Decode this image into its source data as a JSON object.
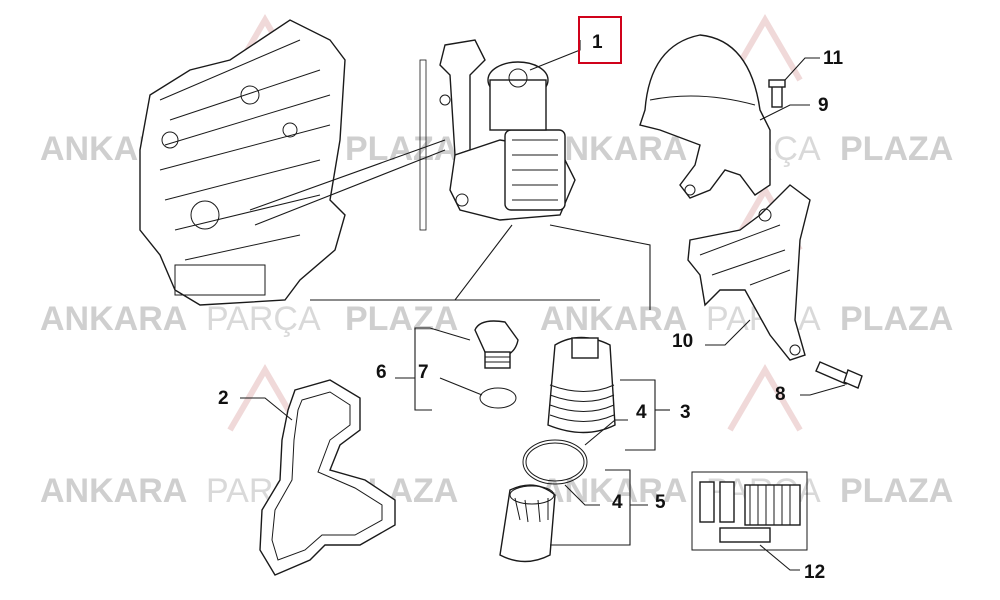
{
  "watermark": {
    "word1": "ANKARA",
    "word2": "PARÇA",
    "word3": "PLAZA"
  },
  "callouts": [
    {
      "id": "c1",
      "label": "1"
    },
    {
      "id": "c2",
      "label": "2"
    },
    {
      "id": "c3",
      "label": "3"
    },
    {
      "id": "c4a",
      "label": "4"
    },
    {
      "id": "c4b",
      "label": "4"
    },
    {
      "id": "c5",
      "label": "5"
    },
    {
      "id": "c6",
      "label": "6"
    },
    {
      "id": "c7",
      "label": "7"
    },
    {
      "id": "c8",
      "label": "8"
    },
    {
      "id": "c9",
      "label": "9"
    },
    {
      "id": "c10",
      "label": "10"
    },
    {
      "id": "c11",
      "label": "11"
    },
    {
      "id": "c12",
      "label": "12"
    }
  ],
  "highlight_color": "#d0021b"
}
